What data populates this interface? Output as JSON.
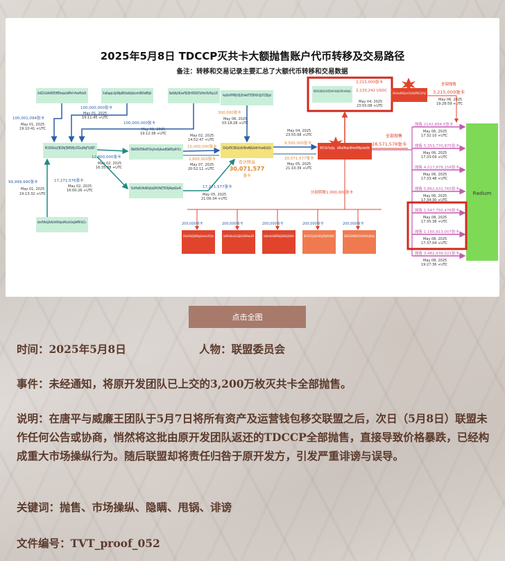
{
  "chart": {
    "title": "2025年5月8日 TDCCP灭共卡大额抛售账户代币转移及交易路径",
    "subtitle": "备注：转移和交易记录主要汇总了大额代币转移和交易数据",
    "source_addresses": [
      {
        "addr": "3kdGZVLXa9hAND5EUME9maJae2e89Mx7nrPwzeP9xkxW",
        "amount": "100,001,094张卡",
        "date": "May 01, 2025",
        "time": "19:10:41 +UTC"
      },
      {
        "addr": "5ciaRqappLiUg4DAJq6R8Uwo8qQdscomnREAXw88Sg9",
        "amount": "100,000,000张卡",
        "date": "May 01, 2025",
        "time": "19:11:45 +UTC"
      },
      {
        "addr": "BexBuRpSKCwaYRJk5JfnHGRS2fYJLHkmkTw3RzyLL35",
        "amount": "100,000,000张卡",
        "date": "May 01, 2025",
        "time": "19:12:38 +UTC"
      },
      {
        "addr": "zbsvHUAvxJLNsAoUmWmjpuieMcLzkvGwg3eM9hVyC1z",
        "amount": "99,999,990张卡",
        "date": "May 01, 2025",
        "time": "19:13:32 +UTC"
      }
    ],
    "hub": {
      "addr": "MCUDU8as1qTJB2R9gTjNMQ4EjrLATZxcpMdgTTpQK87"
    },
    "mid_nodes": [
      {
        "addr": "BNsRtDRdTS4bdXP13ngGmsEsjAuwaBQbAKEyqRnTLry",
        "amount_in": "12,800,000张卡",
        "date_in": "May 02, 2025",
        "time_in": "16:35:38 +UTC",
        "amount_out": "10,000,000张卡",
        "date_out": "May 02, 2025",
        "time_out": "14:52:47 +UTC",
        "amount_out2": "2,800,000张卡",
        "date_out2": "May 07, 2025",
        "time_out2": "20:52:11 +UTC"
      },
      {
        "addr": "HLzhPkwBr2tAvRdDq9ywL8HrUHeQTSVSPg4AgwbZuv4G",
        "amount_in": "17,271,576张卡",
        "date_in": "May 02, 2025",
        "time_in": "16:00:26 +UTC",
        "amount_out": "17,271,577张卡",
        "date_out": "May 05, 2025",
        "time_out": "21:06:34 +UTC"
      }
    ],
    "collector": {
      "addr": "3DsQsdF9CQBGxQuiNcfWzwMkJGAzsRnYmaw4jUsQQv",
      "in_amount": "300,000张卡",
      "in_date": "May 06, 2025",
      "in_time": "03:18:28 +UTC",
      "top_addr": "4yeSUe9YPM9jUXfJL3EmAwSTYED8342h3g5hT2ZBgvd",
      "total_label": "合计转出",
      "total": "30,071,577",
      "total_unit": "张卡"
    },
    "seller": {
      "addr": "9hETx2b75ugVqWFeSMxa5Mmpn3B4nmKHtRpuUwxVEo",
      "in_amount": "9,500,000张卡",
      "in_date": "May 04, 2025",
      "in_time": "23:55:08 +UTC",
      "amount2": "20,071,577张卡",
      "date2": "May 05, 2025",
      "time2": "21:10:39 +UTC",
      "all_label": "全部抛售",
      "all_amount": "28,571,578张卡",
      "out_label": "分别转账1,000,000张卡"
    },
    "highlight_tx": {
      "addr": "NQSH53sJNL6SoL5hVPjZnHKnYSvNgYCGNFxmWsKdyG",
      "amount": "2,215,000张卡",
      "usdc": "2,133,242 USDC",
      "date": "May 04, 2025",
      "time": "23:55:08 +UTC"
    },
    "top_right": {
      "addr": "3RGxhvSueRhS6XyrLmrCSGpPCJsART9tCLZ1kYVgF",
      "label": "全部抛售",
      "amount": "3,215,009张卡",
      "date": "May 06, 2025",
      "time": "19:28:59 +UTC"
    },
    "small_wallets": [
      {
        "addr": "E3Ukjw7UbTwEJQRqM9SKyg3GanwkrxnnAY7jEy4s"
      },
      {
        "addr": "5whWRoTnwBdevnxFQaL2ZJqMvy7kFBaKPHdweLuiEDrff"
      },
      {
        "addr": "9mvB8mmmDevrZWsWNFfSEBgZjUH2KDzaWjLJ1Wz6A4eFn"
      },
      {
        "addr": "WKSc7wRFkZ3YjyRsu9K7ie6RA1pFgF0Mtq8YKhCtKNnBrG"
      },
      {
        "addr": "ZWBiHSCx9XSZWWMDPzVZCRbs9VYSJXAcMnLdJJMrdSjwtJ"
      }
    ],
    "transfer_each": "200,000张卡",
    "radium_label": "Radium",
    "sell_rows": [
      {
        "label": "抛售",
        "amount": "2142,894.5张卡",
        "date": "May 06, 2025",
        "time": "17:32:10 +UTC"
      },
      {
        "label": "抛售",
        "amount": "5,353,770,875张卡",
        "date": "May 06, 2025",
        "time": "17:33:09 +UTC"
      },
      {
        "label": "抛售",
        "amount": "4,017,878,156张卡",
        "date": "May 06, 2025",
        "time": "17:33:48 +UTC"
      },
      {
        "label": "抛售",
        "amount": "5,862,631,765张卡",
        "date": "May 06, 2025",
        "time": "17:34:30 +UTC"
      },
      {
        "label": "抛售",
        "amount": "1,547,750,476张卡",
        "date": "May 08, 2025",
        "time": "17:35:38 +UTC"
      },
      {
        "label": "抛售",
        "amount": "1,160,813,007张卡",
        "date": "May 08, 2025",
        "time": "17:37:04 +UTC"
      },
      {
        "label": "抛售",
        "amount": "3,482,439,021张卡",
        "date": "May 08, 2025",
        "time": "19:27:36 +UTC"
      }
    ]
  },
  "button": {
    "label": "点击全图"
  },
  "info": {
    "time": "时间：2025年5月8日",
    "people": "人物：联盟委员会",
    "event": "事件：未经通知，将原开发团队已上交的3,200万枚灭共卡全部抛售。",
    "desc": "说明：在唐平与威廉王团队于5月7日将所有资产及运营钱包移交联盟之后，次日（5月8日）联盟未作任何公告或协商，悄然将这批由原开发团队返还的TDCCP全部抛售，直接导致价格暴跌，已经构成重大市场操纵行为。随后联盟却将责任归咎于原开发方，引发严重诽谤与误导。",
    "keywords": "关键词：抛售、市场操纵、隐瞒、甩锅、诽谤",
    "file": "文件编号：TVT_proof_052"
  },
  "colors": {
    "green_node": "#c9efd9",
    "red_node": "#e0442c",
    "orange_node": "#f0a03a",
    "arrow_blue": "#2b5fa6",
    "arrow_green": "#1f8a84",
    "arrow_pink": "#c25ab0",
    "radium": "#7ed957",
    "highlight": "#d12a1e",
    "button": "#a77a6c",
    "text": "#5b3a2c"
  }
}
